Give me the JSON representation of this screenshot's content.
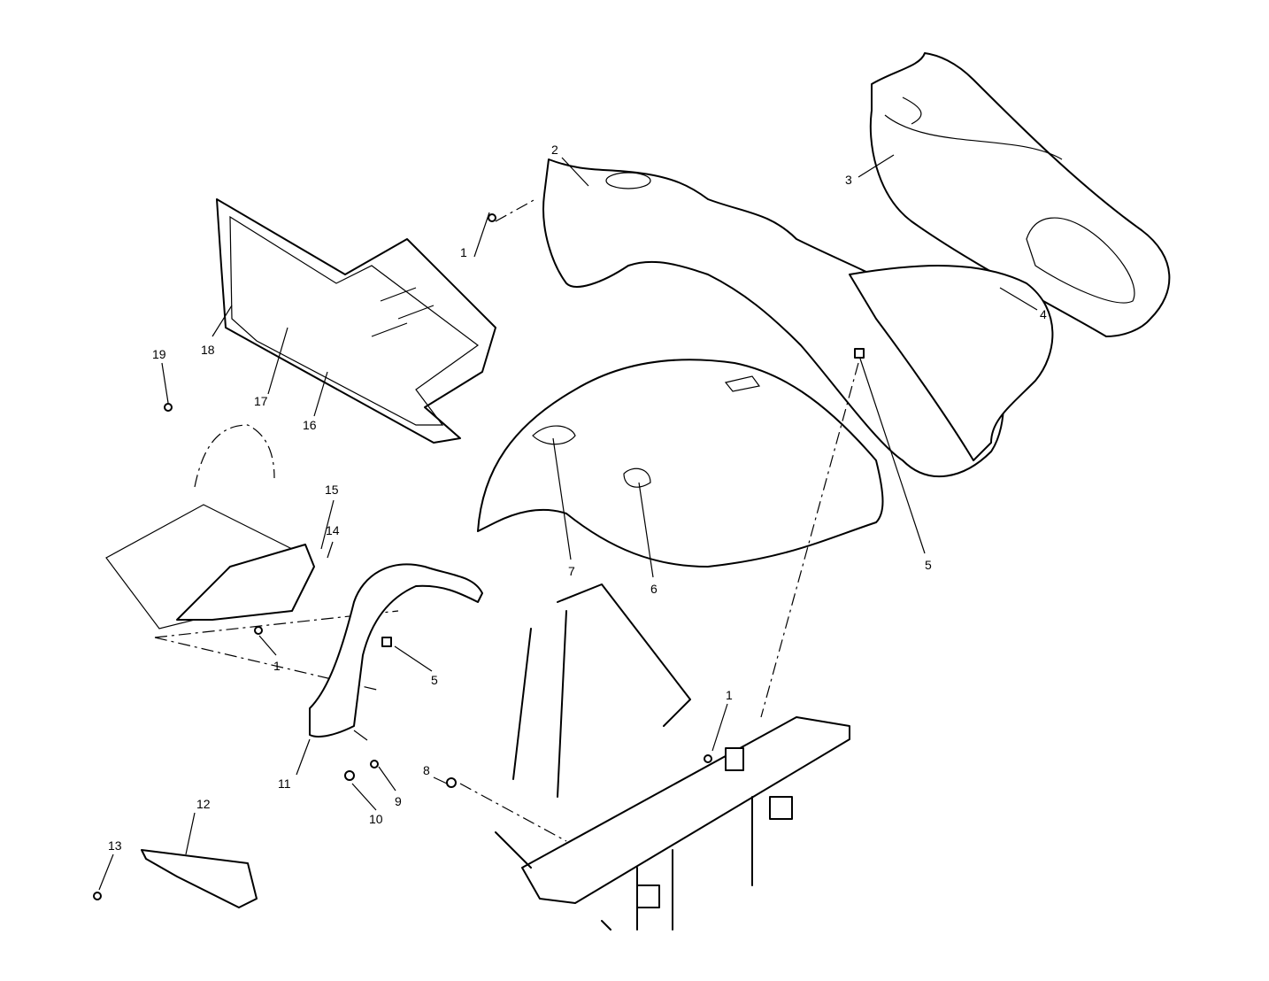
{
  "diagram": {
    "type": "exploded-parts-diagram",
    "callouts": [
      {
        "id": "callout-1-top",
        "text": "1"
      },
      {
        "id": "callout-2",
        "text": "2"
      },
      {
        "id": "callout-3",
        "text": "3"
      },
      {
        "id": "callout-4",
        "text": "4"
      },
      {
        "id": "callout-5-right",
        "text": "5"
      },
      {
        "id": "callout-6",
        "text": "6"
      },
      {
        "id": "callout-7",
        "text": "7"
      },
      {
        "id": "callout-1-left",
        "text": "1"
      },
      {
        "id": "callout-5-left",
        "text": "5"
      },
      {
        "id": "callout-11",
        "text": "11"
      },
      {
        "id": "callout-10",
        "text": "10"
      },
      {
        "id": "callout-9",
        "text": "9"
      },
      {
        "id": "callout-8",
        "text": "8"
      },
      {
        "id": "callout-1-frame",
        "text": "1"
      },
      {
        "id": "callout-12",
        "text": "12"
      },
      {
        "id": "callout-13",
        "text": "13"
      },
      {
        "id": "callout-19",
        "text": "19"
      },
      {
        "id": "callout-18",
        "text": "18"
      },
      {
        "id": "callout-17",
        "text": "17"
      },
      {
        "id": "callout-16",
        "text": "16"
      },
      {
        "id": "callout-15",
        "text": "15"
      },
      {
        "id": "callout-14",
        "text": "14"
      }
    ]
  }
}
